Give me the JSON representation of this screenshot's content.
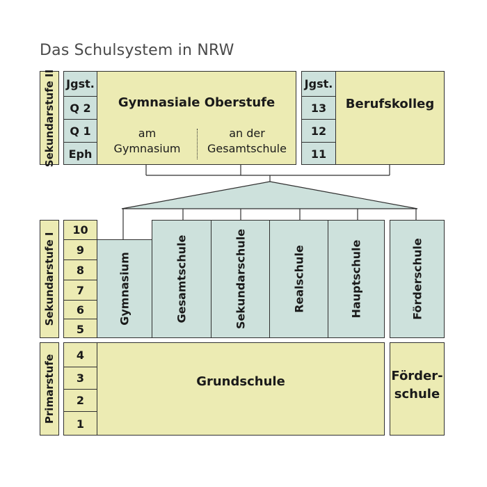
{
  "title": "Das Schulsystem in NRW",
  "colors": {
    "yellow": "#ecebb3",
    "green": "#cde1dc",
    "border": "#2f2f2f"
  },
  "sek2": {
    "side_label": "Sekundarstufe II",
    "grades": [
      "Jgst.",
      "Q 2",
      "Q 1",
      "Eph"
    ],
    "gymnasiale_oberstufe": {
      "title": "Gymnasiale Oberstufe",
      "left": [
        "am",
        "Gymnasium"
      ],
      "right": [
        "an der",
        "Gesamtschule"
      ]
    },
    "beruf_grades": [
      "Jgst.",
      "13",
      "12",
      "11"
    ],
    "berufskolleg": "Berufskolleg"
  },
  "sek1": {
    "side_label": "Sekundarstufe I",
    "grades": [
      "10",
      "9",
      "8",
      "7",
      "6",
      "5"
    ],
    "schools": [
      "Gymnasium",
      "Gesamtschule",
      "Sekundarschule",
      "Realschule",
      "Hauptschule"
    ],
    "foerderschule": "Förderschule"
  },
  "primar": {
    "side_label": "Primarstufe",
    "grades": [
      "4",
      "3",
      "2",
      "1"
    ],
    "grundschule": "Grundschule",
    "foerderschule": [
      "Förder-",
      "schule"
    ]
  }
}
